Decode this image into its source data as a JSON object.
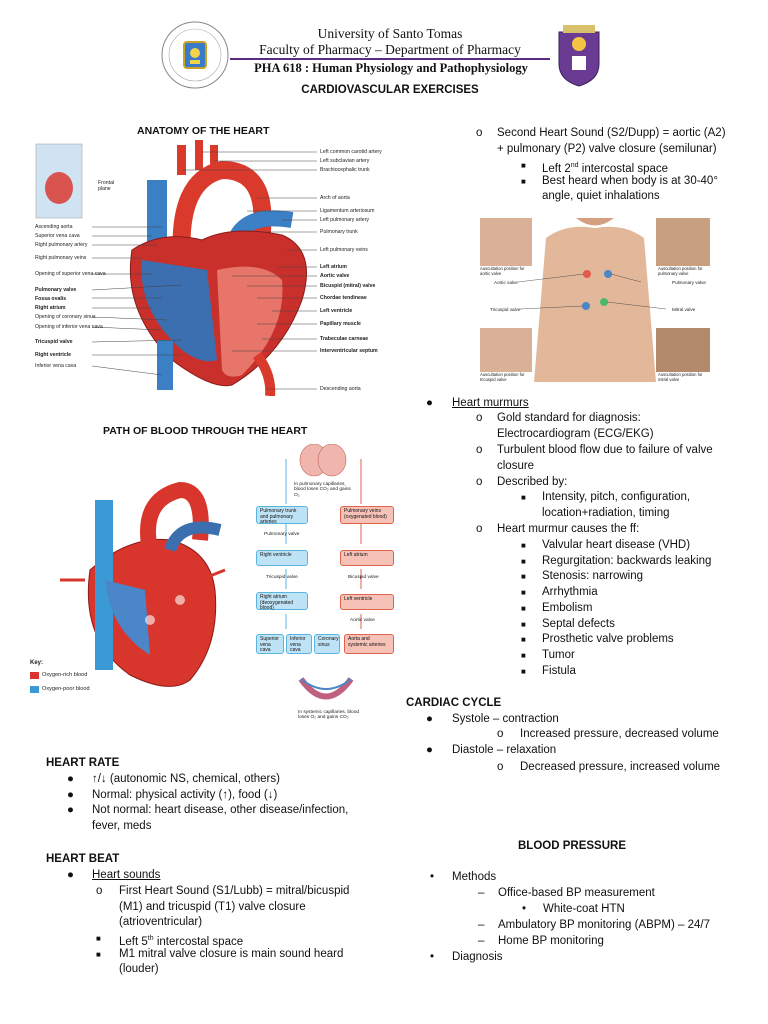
{
  "header": {
    "university": "University of Santo Tomas",
    "faculty": "Faculty of Pharmacy – Department of Pharmacy",
    "course": "PHA 618 : Human Physiology and Pathophysiology",
    "title": "CARDIOVASCULAR EXERCISES"
  },
  "anatomy": {
    "heading": "ANATOMY OF THE HEART",
    "frontal": "Frontal plane",
    "left_labels": [
      "Ascending aorta",
      "Superior vena cava",
      "Right pulmonary artery",
      "Right pulmonary veins",
      "Opening of superior vena cava",
      "Pulmonary valve",
      "Fossa ovalis",
      "Right atrium",
      "Opening of coronary sinus",
      "Opening of inferior vena cava",
      "Tricuspid valve",
      "Right ventricle",
      "Inferior vena cava"
    ],
    "right_labels": [
      "Left common carotid artery",
      "Left subclavian artery",
      "Brachiocephalic trunk",
      "Arch of aorta",
      "Ligamentum arteriosum",
      "Left pulmonary artery",
      "Pulmonary trunk",
      "Left pulmonary veins",
      "Left atrium",
      "Aortic valve",
      "Bicuspid (mitral) valve",
      "Chordae tendineae",
      "Left ventricle",
      "Papillary muscle",
      "Trabeculae carneae",
      "Interventricular septum",
      "Descending aorta"
    ]
  },
  "path": {
    "heading": "PATH OF BLOOD THROUGH THE HEART",
    "key_title": "Key:",
    "key_red": "Oxygen-rich blood",
    "key_blue": "Oxygen-poor blood",
    "step4": "In pulmonary capillaries, blood loses CO₂ and gains O₂",
    "step3": "Pulmonary trunk and pulmonary arteries",
    "step5": "Pulmonary veins (oxygenated blood)",
    "pulm_valve": "Pulmonary valve",
    "step2": "Right ventricle",
    "step6": "Left atrium",
    "tricuspid": "Tricuspid valve",
    "bicuspid": "Bicuspid valve",
    "step1": "Right atrium (deoxygenated blood)",
    "step7": "Left ventricle",
    "aortic_valve": "Aortic valve",
    "step10a": "Superior vena cava",
    "step10b": "Inferior vena cava",
    "step10c": "Coronary sinus",
    "step8": "Aorta and systemic arteries",
    "step9": "In systemic capillaries, blood loses O₂ and gains CO₂"
  },
  "heart_rate": {
    "heading": "HEART RATE",
    "items": [
      "↑/↓ (autonomic NS, chemical, others)",
      "Normal: physical activity (↑), food (↓)",
      "Not normal: heart disease, other disease/infection,",
      "fever, meds"
    ]
  },
  "heart_beat": {
    "heading": "HEART BEAT",
    "sounds": "Heart sounds",
    "s1_lines": [
      "First Heart Sound (S1/Lubb) = mitral/bicuspid",
      "(M1)    and    tricuspid    (T1)    valve    closure",
      "(atrioventricular)"
    ],
    "s1_sub1": "Left 5",
    "s1_sub1_sup": "th",
    "s1_sub1_rest": " intercostal space",
    "s1_sub2_lines": [
      "M1 mitral valve closure is main sound heard",
      "(louder)"
    ]
  },
  "s2": {
    "lines": [
      "Second Heart Sound (S2/Dupp) = aortic (A2)",
      "+ pulmonary (P2) valve closure (semilunar)"
    ],
    "sub1": "Left 2",
    "sub1_sup": "nd",
    "sub1_rest": " intercostal space",
    "sub2_lines": [
      "Best heard when body is at 30-40°",
      "angle, quiet inhalations"
    ]
  },
  "auscultation": {
    "aortic_pos": "Auscultation position for aortic valve",
    "pulm_pos": "Auscultation position for pulmonary valve",
    "tric_pos": "Auscultation position for tricuspid valve",
    "mitral_pos": "Auscultation position for mitral valve",
    "aortic": "Aortic valve",
    "pulmonary": "Pulmonary valve",
    "tricuspid": "Tricuspid valve",
    "mitral": "Mitral valve"
  },
  "murmurs": {
    "heading": "Heart murmurs",
    "gold": [
      "Gold standard for diagnosis:",
      "Electrocardiogram (ECG/EKG)"
    ],
    "turbulent": [
      "Turbulent blood flow due to failure of valve",
      "closure"
    ],
    "described": "Described by:",
    "desc_items": [
      "Intensity, pitch, configuration,",
      "location+radiation, timing"
    ],
    "causes": "Heart murmur causes the ff:",
    "cause_items": [
      "Valvular heart disease (VHD)",
      "Regurgitation: backwards leaking",
      "Stenosis: narrowing",
      "Arrhythmia",
      "Embolism",
      "Septal defects",
      "Prosthetic valve problems",
      "Tumor",
      "Fistula"
    ]
  },
  "cycle": {
    "heading": "CARDIAC CYCLE",
    "systole": "Systole – contraction",
    "systole_sub": "Increased pressure, decreased volume",
    "diastole": "Diastole – relaxation",
    "diastole_sub": "Decreased pressure, increased volume"
  },
  "bp": {
    "heading": "BLOOD PRESSURE",
    "methods": "Methods",
    "m1": "Office-based BP measurement",
    "m1_sub": "White-coat HTN",
    "m2": "Ambulatory BP monitoring (ABPM) – 24/7",
    "m3": "Home BP monitoring",
    "diagnosis": "Diagnosis"
  },
  "colors": {
    "red": "#d8352c",
    "blue": "#3b9ad6",
    "purple": "#5b2d82"
  }
}
